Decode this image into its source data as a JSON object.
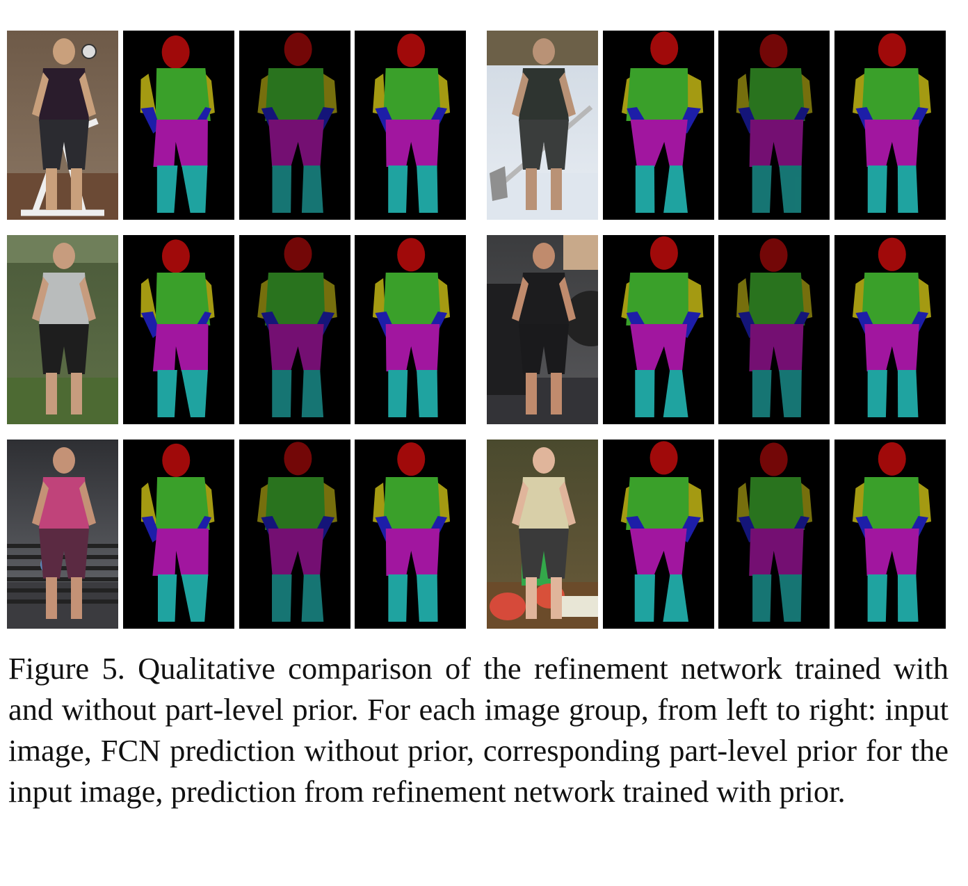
{
  "figure": {
    "label": "Figure 5.",
    "caption_text": "Figure 5. Qualitative comparison of the refinement network trained with and without part-level prior. For each image group, from left to right: input image, FCN prediction without prior, corresponding part-level prior for the input image, prediction from refinement network trained with prior.",
    "panel_types": [
      "input image",
      "FCN prediction without prior",
      "part-level prior",
      "prediction from refinement network trained with prior"
    ],
    "part_colors": {
      "head": "#a00a0a",
      "torso": "#3aa02a",
      "upper_arm": "#a49a12",
      "lower_arm": "#1d1ea8",
      "upper_leg": "#a1169f",
      "lower_leg": "#1fa3a0",
      "background": "#000000"
    },
    "groups": [
      {
        "id": "g1",
        "scene": "person on exercise bike"
      },
      {
        "id": "g2",
        "scene": "man holding snow shovel"
      },
      {
        "id": "g3",
        "scene": "man on sports field"
      },
      {
        "id": "g4",
        "scene": "man standing by vehicle"
      },
      {
        "id": "g5",
        "scene": "woman with kettlebell in gym"
      },
      {
        "id": "g6",
        "scene": "woman holding green bucket"
      }
    ]
  }
}
